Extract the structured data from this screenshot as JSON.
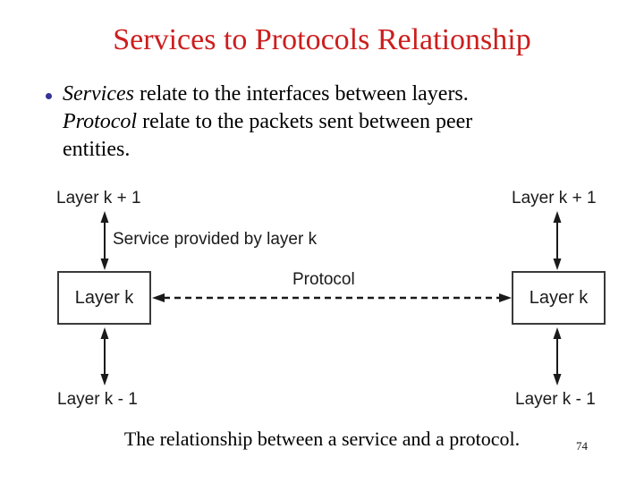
{
  "slide": {
    "title": "Services to Protocols Relationship",
    "caption": "The relationship between a service and a protocol.",
    "page_number": "74"
  },
  "bullet": {
    "line1_italic": "Services",
    "line1_rest": " relate to the interfaces between layers.",
    "line2_italic": "Protocol",
    "line2_rest": " relate to the packets sent between peer",
    "line3": "entities."
  },
  "diagram": {
    "top_left_label": "Layer k + 1",
    "top_right_label": "Layer k + 1",
    "service_arrow_label": "Service provided by layer k",
    "protocol_arrow_label": "Protocol",
    "left_box_label": "Layer k",
    "right_box_label": "Layer k",
    "bottom_left_label": "Layer k - 1",
    "bottom_right_label": "Layer k - 1"
  },
  "colors": {
    "title_red": "#cc1e1e",
    "bullet_dot_blue": "#333399",
    "diagram_ink": "#1a1a1a",
    "background": "#ffffff"
  }
}
